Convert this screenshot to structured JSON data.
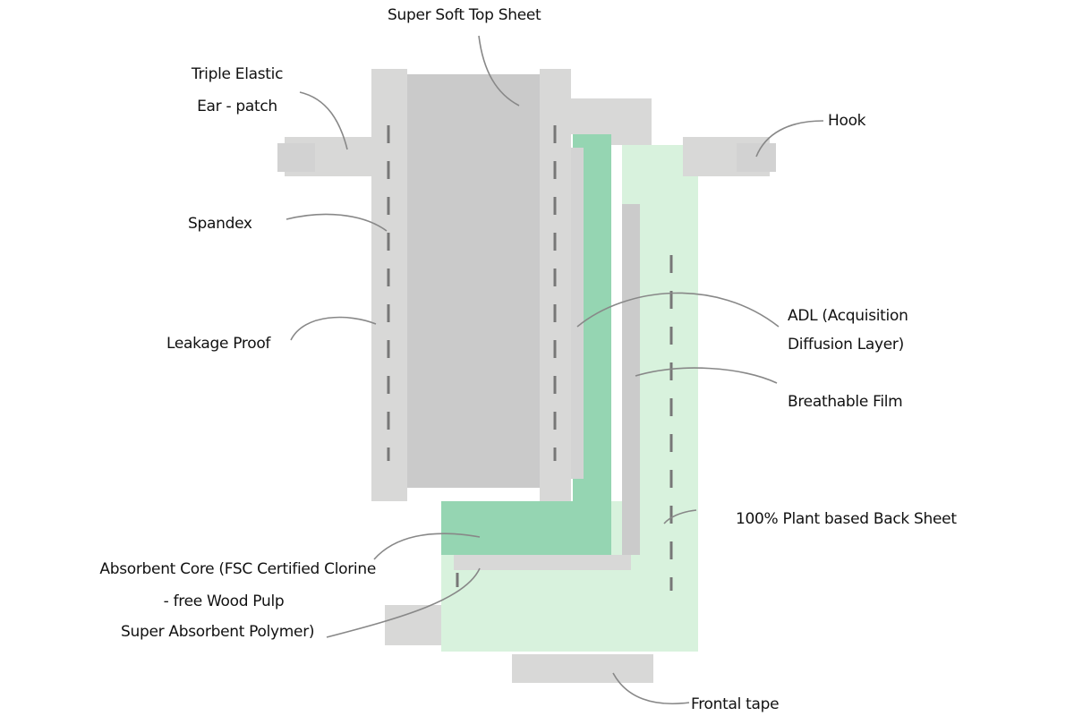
{
  "labels": {
    "top_sheet": "Super Soft Top Sheet",
    "ear_patch_1": "Triple Elastic",
    "ear_patch_2": "Ear - patch",
    "hook": "Hook",
    "spandex": "Spandex",
    "leakage": "Leakage Proof",
    "adl_1": "ADL (Acquisition",
    "adl_2": "Diffusion Layer)",
    "film": "Breathable Film",
    "back_sheet": "100% Plant based  Back Sheet",
    "core_1": "Absorbent Core (FSC Certified Clorine",
    "core_2": "- free Wood Pulp",
    "core_3": "Super Absorbent Polymer)",
    "frontal_tape": "Frontal tape"
  },
  "colors": {
    "light_gray": "#d8d8d7",
    "mid_gray": "#cacaca",
    "adl_green": "#95d5b2",
    "back_green": "#d8f2dd",
    "line": "#777777"
  }
}
